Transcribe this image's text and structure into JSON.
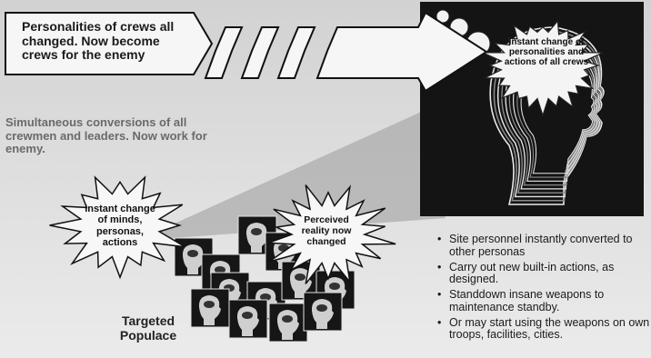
{
  "arrow": {
    "label": "Personalities of crews all changed. Now become crews for the enemy"
  },
  "conversion_note": "Simultaneous conversions of all crewmen and leaders. Now work for enemy.",
  "head_panel": {
    "thought_bubble": "Instant change of personalities and actions of all crews"
  },
  "burst_left": "Instant change of minds, personas, actions",
  "burst_right": "Perceived reality now changed",
  "populace_label": "Targeted Populace",
  "bullets": [
    "Site personnel instantly converted to other personas",
    "Carry out new built-in actions, as designed.",
    "Standdown insane weapons to maintenance standby.",
    "Or may start using the weapons on own troops, facilities, cities."
  ]
}
